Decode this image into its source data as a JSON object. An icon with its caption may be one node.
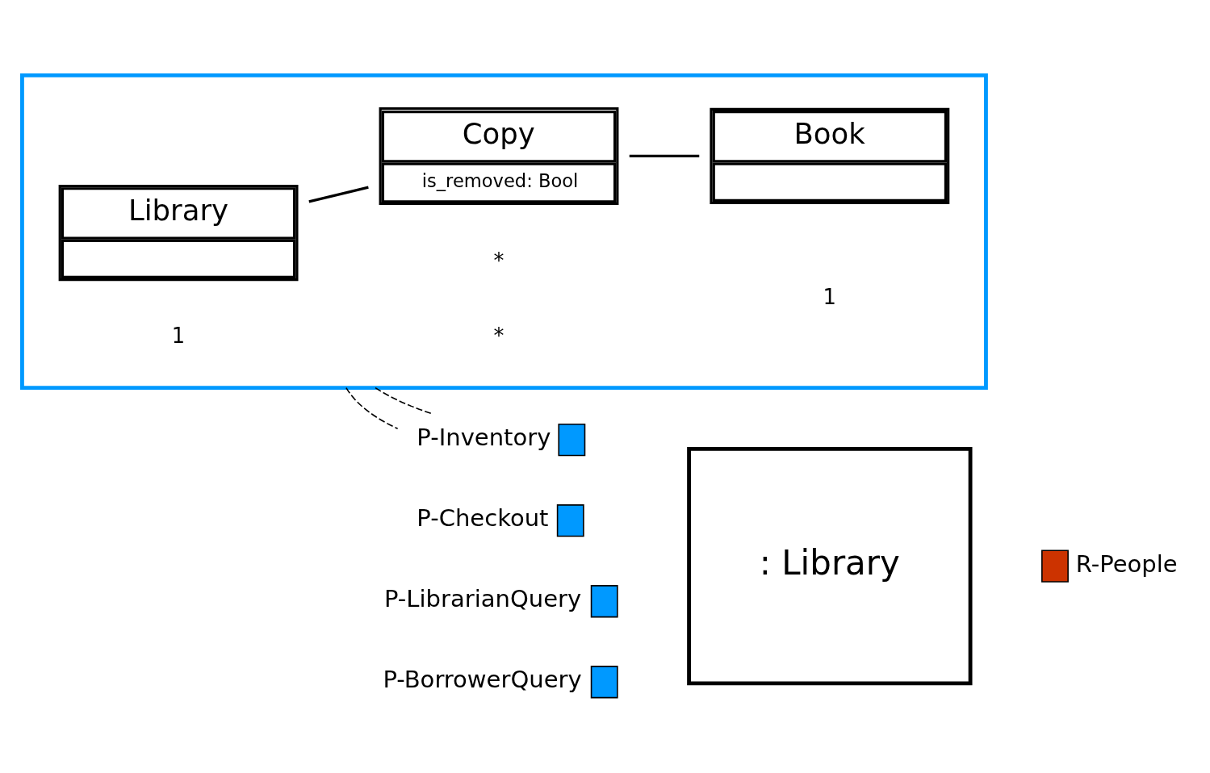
{
  "diagram": {
    "nodes": [
      {
        "text": [],
        "shape": "box"
      },
      {
        "text": [
          "Library"
        ],
        "in": 0
      },
      {
        "text": [
          "Copy",
          "is_removed: Bool"
        ],
        "in": 0
      },
      {
        "text": [
          "Book"
        ],
        "in": 0
      },
      {
        "text": [
          ": Library"
        ]
      },
      {
        "text": [],
        "shape": "box",
        "beside": [
          "P-Checkout"
        ]
      },
      {
        "text": [],
        "shape": "box",
        "beside": [
          "P-Inventory"
        ]
      },
      {
        "text": [],
        "shape": "box",
        "beside": [
          "P-LibrarianQuery"
        ]
      },
      {
        "text": [],
        "shape": "box",
        "beside": [
          "P-BorrowerQuery"
        ]
      },
      {
        "text": [],
        "shape": "box",
        "beside": [
          "R-People"
        ]
      }
    ],
    "edges": [
      {
        "from": 1,
        "to": 2,
        "arrow": "none"
      },
      {
        "from": 2,
        "to": 3,
        "arrow": "none"
      },
      {
        "from": 0,
        "to": 6,
        "arrow": "none",
        "style": "dashed"
      },
      {
        "from": 0,
        "to": 6,
        "arrow": "none",
        "style": "dashed"
      }
    ],
    "labels": [
      "1",
      "*",
      "*",
      "1"
    ]
  }
}
